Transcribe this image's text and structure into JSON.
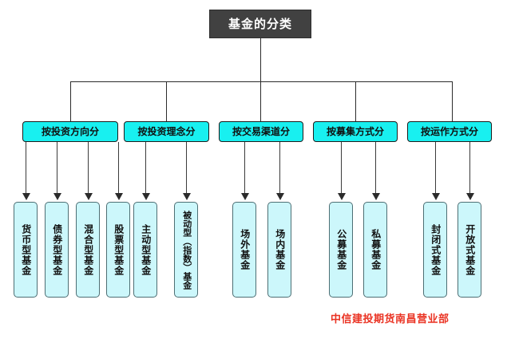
{
  "diagram": {
    "root": {
      "label": "基金的分类"
    },
    "categories": [
      {
        "label": "按投资方向分",
        "children": [
          {
            "label": "货币型基金"
          },
          {
            "label": "债券型基金"
          },
          {
            "label": "混合型基金"
          },
          {
            "label": "股票型基金"
          }
        ]
      },
      {
        "label": "按投资理念分",
        "children": [
          {
            "label": "主动型基金"
          },
          {
            "label": "被动型（指数）基金"
          }
        ]
      },
      {
        "label": "按交易渠道分",
        "children": [
          {
            "label": "场外基金"
          },
          {
            "label": "场内基金"
          }
        ]
      },
      {
        "label": "按募集方式分",
        "children": [
          {
            "label": "公募基金"
          },
          {
            "label": "私募基金"
          }
        ]
      },
      {
        "label": "按运作方式分",
        "children": [
          {
            "label": "封闭式基金"
          },
          {
            "label": "开放式基金"
          }
        ]
      }
    ],
    "footer": {
      "credit": "中信建投期货南昌营业部"
    },
    "colors": {
      "root_fill": "#414141",
      "root_text": "#ffffff",
      "category_fill": "#18f0f0",
      "leaf_fill": "#ccf7fb",
      "line": "#2b2b2b",
      "credit_text": "#ea3323"
    }
  }
}
